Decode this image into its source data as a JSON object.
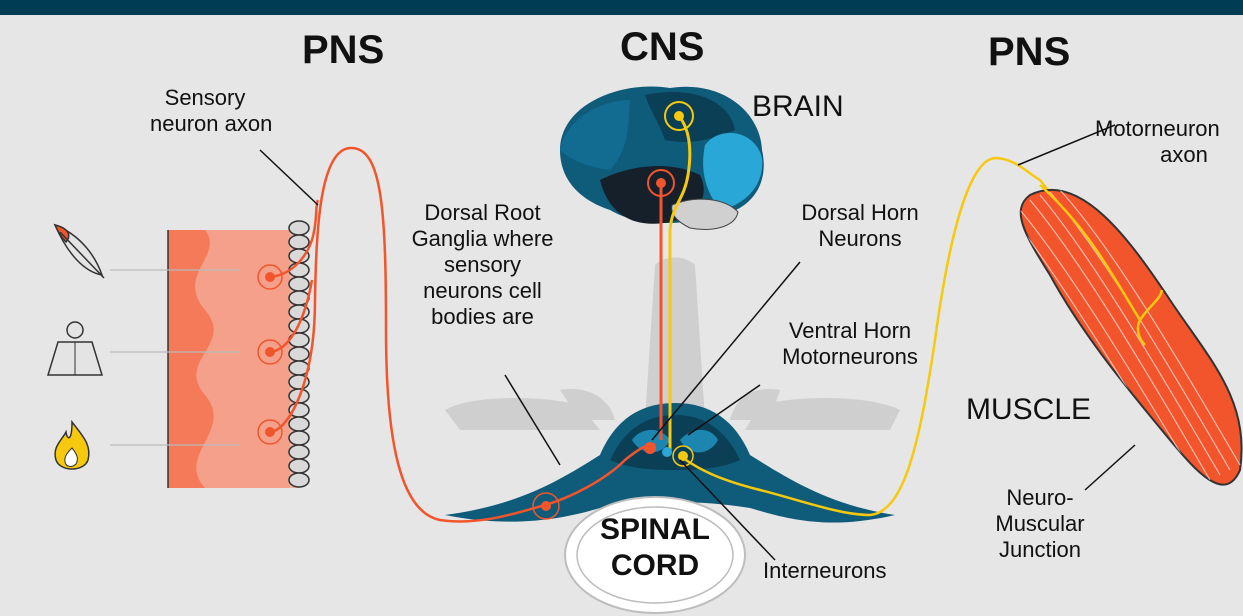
{
  "headings": {
    "pns_left": "PNS",
    "cns": "CNS",
    "pns_right": "PNS"
  },
  "labels": {
    "sensory_axon": [
      "Sensory",
      "neuron axon"
    ],
    "drg": [
      "Dorsal Root",
      "Ganglia where",
      "sensory",
      "neurons cell",
      "bodies are"
    ],
    "brain": "BRAIN",
    "dorsal_horn": [
      "Dorsal Horn",
      "Neurons"
    ],
    "ventral_horn": [
      "Ventral Horn",
      "Motorneurons"
    ],
    "motor_axon": [
      "Motorneuron",
      "axon"
    ],
    "muscle": "MUSCLE",
    "nmj": [
      "Neuro-",
      "Muscular",
      "Junction"
    ],
    "interneurons": "Interneurons",
    "spinal_cord": [
      "SPINAL",
      "CORD"
    ]
  },
  "stimuli": [
    "feather-icon",
    "weight-icon",
    "flame-icon"
  ],
  "colors": {
    "header_bar": "#003d55",
    "sensory": "#f2552c",
    "motor": "#f6c90e",
    "skin": "#f4a08a",
    "muscle": "#f2552c",
    "cns_dark": "#0f5b7a",
    "brain_dark": "#15202b",
    "brain_light": "#29a8d8"
  }
}
